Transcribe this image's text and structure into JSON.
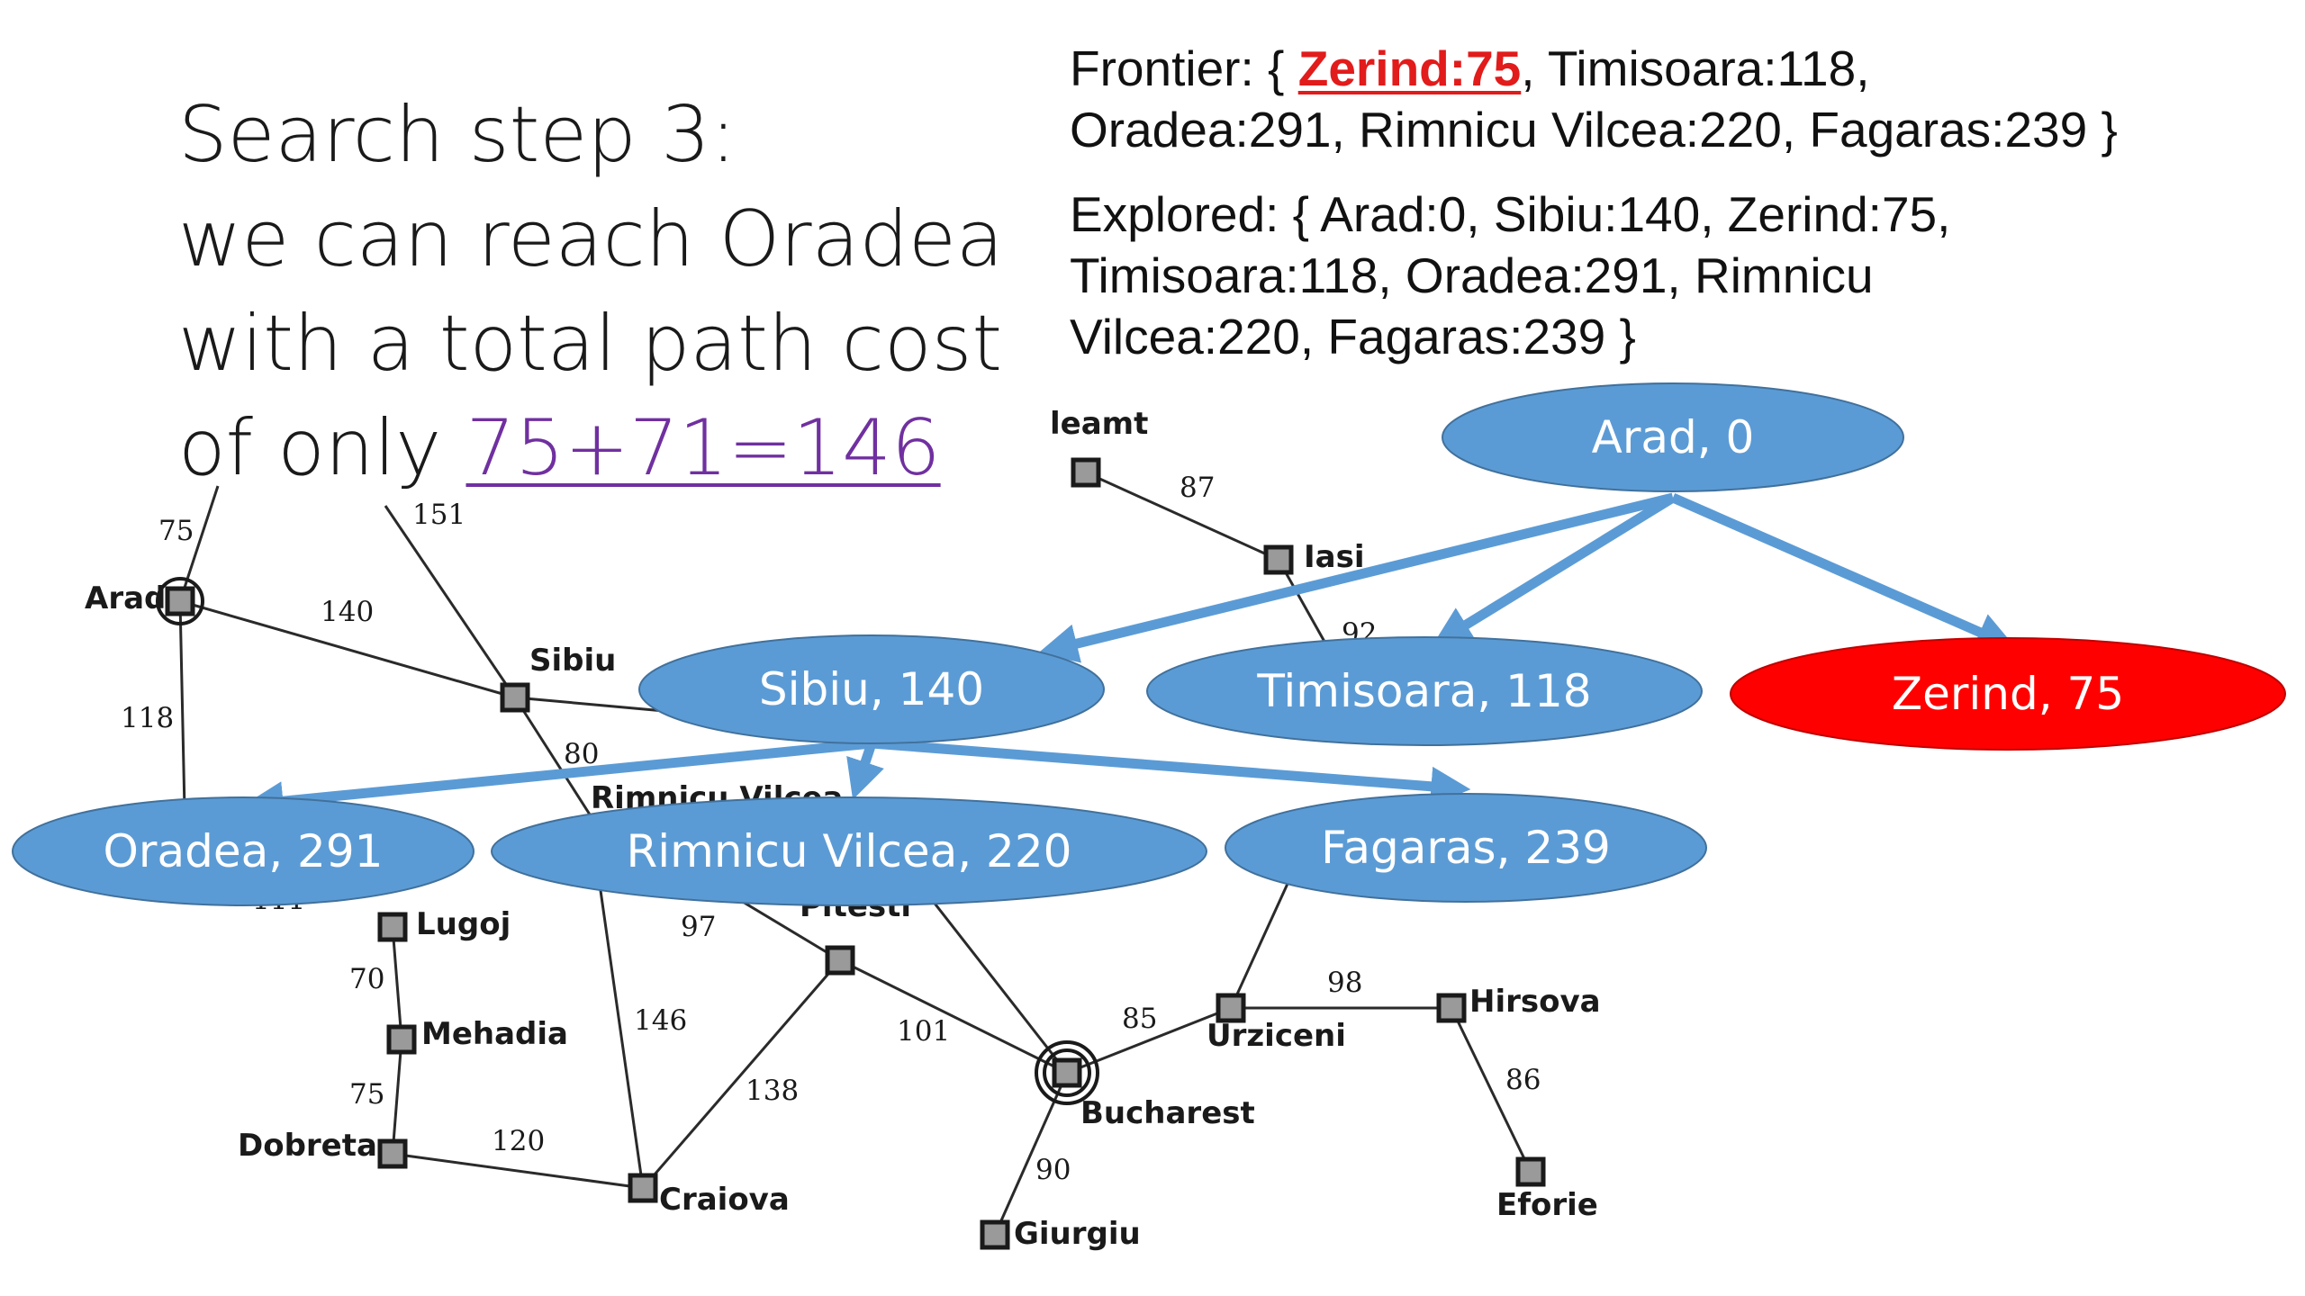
{
  "heading": {
    "line1": "Search step 3:",
    "line2": "we can reach Oradea",
    "line3": "with a total path cost",
    "line4_prefix": "of only ",
    "line4_highlight": "75+71=146"
  },
  "frontier": {
    "label": "Frontier: { ",
    "current": "Zerind:75",
    "rest_line1": ", Timisoara:118,",
    "line2": "Oradea:291,  Rimnicu Vilcea:220, Fagaras:239 }"
  },
  "explored": {
    "line1": "Explored: { Arad:0, Sibiu:140, Zerind:75,",
    "line2": "Timisoara:118, Oradea:291, Rimnicu",
    "line3": "Vilcea:220, Fagaras:239 }"
  },
  "map": {
    "cities": {
      "neamt": "leamt",
      "iasi": "Iasi",
      "arad": "Arad",
      "sibiu": "Sibiu",
      "rimnicu": "Rimnicu Vilcea",
      "pitesti": "Pitesti",
      "lugoj": "Lugoj",
      "mehadia": "Mehadia",
      "dobreta": "Dobreta",
      "craiova": "Craiova",
      "bucharest": "Bucharest",
      "giurgiu": "Giurgiu",
      "urziceni": "Urziceni",
      "hirsova": "Hirsova",
      "eforie": "Eforie"
    },
    "distances": {
      "arad_zerind": "75",
      "oradea_sibiu": "151",
      "neamt_iasi": "87",
      "iasi_vaslui": "92",
      "arad_sibiu": "140",
      "arad_timisoara": "118",
      "sibiu_rimnicu": "80",
      "timisoara_lugoj": "111",
      "rimnicu_pitesti": "97",
      "lugoj_mehadia": "70",
      "mehadia_dobreta": "75",
      "rimnicu_craiova": "146",
      "dobreta_craiova": "120",
      "pitesti_craiova": "138",
      "pitesti_bucharest": "101",
      "bucharest_urziceni": "85",
      "bucharest_giurgiu": "90",
      "urziceni_hirsova": "98",
      "hirsova_eforie": "86"
    }
  },
  "tree": {
    "root": "Arad, 0",
    "sibiu": "Sibiu, 140",
    "timisoara": "Timisoara, 118",
    "zerind": "Zerind, 75",
    "oradea": "Oradea, 291",
    "rimnicu": "Rimnicu Vilcea, 220",
    "fagaras": "Fagaras, 239"
  },
  "colors": {
    "node_fill": "#5b9bd5",
    "node_stroke": "#41719c",
    "current_fill": "#ff0000",
    "current_stroke": "#c00000",
    "arrow": "#5b9bd5",
    "highlight": "#7030a0",
    "frontier_current": "#e21b1b"
  }
}
